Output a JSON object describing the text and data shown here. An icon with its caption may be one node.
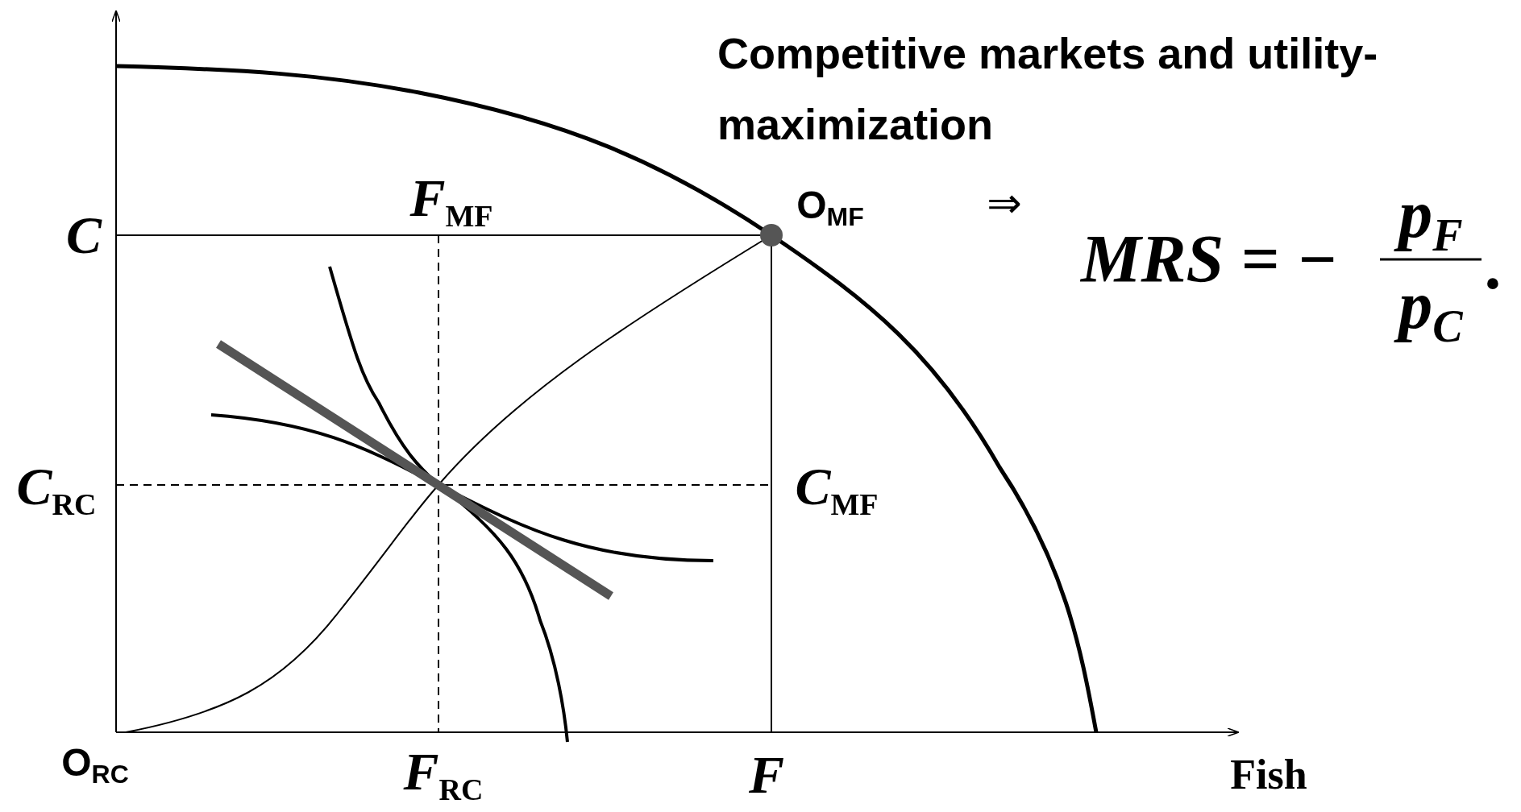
{
  "diagram": {
    "title": "Competitive markets and utility-maximization",
    "labels": [
      "*F*$_{MF}$",
      "O$_{MF}$",
      "⇒",
      "MRS = −",
      "p$_{F}$",
      "p$_{C}$",
      ".",
      "*C*",
      "*C*$_{RC}$",
      "*C*$_{MF}$",
      "O$_{RC}$",
      "*F*$_{RC}$",
      "*F*",
      "Fish"
    ]
  }
}
